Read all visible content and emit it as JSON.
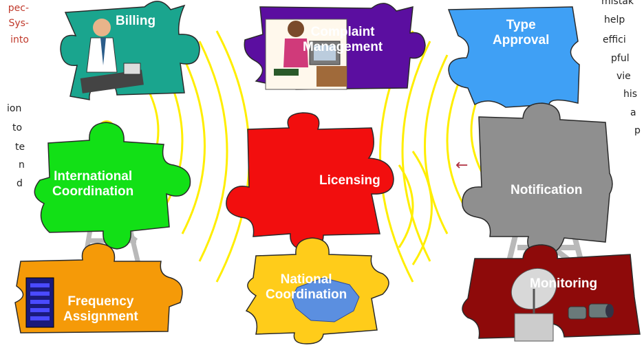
{
  "left_text": {
    "red_lines": [
      "pec-",
      "Sys-",
      "into"
    ],
    "dark_lines": [
      "ion",
      "to",
      "te",
      "n",
      "d"
    ]
  },
  "right_text": {
    "lines": [
      "mistak",
      "help",
      "effici",
      "pful",
      "vie",
      "his",
      "a",
      "p"
    ]
  },
  "pieces": {
    "billing": {
      "label": "Billing",
      "color": "#1aa58e"
    },
    "complaint": {
      "label": "Complaint\nManagement",
      "color": "#5b0ea0"
    },
    "type_approval": {
      "label": "Type\nApproval",
      "color": "#3fa0f5"
    },
    "international": {
      "label": "International\nCoordination",
      "color": "#12e016"
    },
    "licensing": {
      "label": "Licensing",
      "color": "#f20e0e"
    },
    "notification": {
      "label": "Notification",
      "color": "#8f8f8f"
    },
    "frequency": {
      "label": "Frequency\nAssignment",
      "color": "#f59a08"
    },
    "national": {
      "label": "National\nCoordination",
      "color": "#ffcc1a"
    },
    "monitoring": {
      "label": "Monitoring",
      "color": "#8e0a0a"
    }
  },
  "colors": {
    "waves": "#ffee00",
    "tower": "#b9b9b9",
    "arrow": "#b03040"
  },
  "icons": [
    "person-billing-icon",
    "operator-headset-icon",
    "server-rack-icon",
    "china-map-icon",
    "satellite-dish-icon",
    "binoculars-icon",
    "radio-tower-icon"
  ]
}
